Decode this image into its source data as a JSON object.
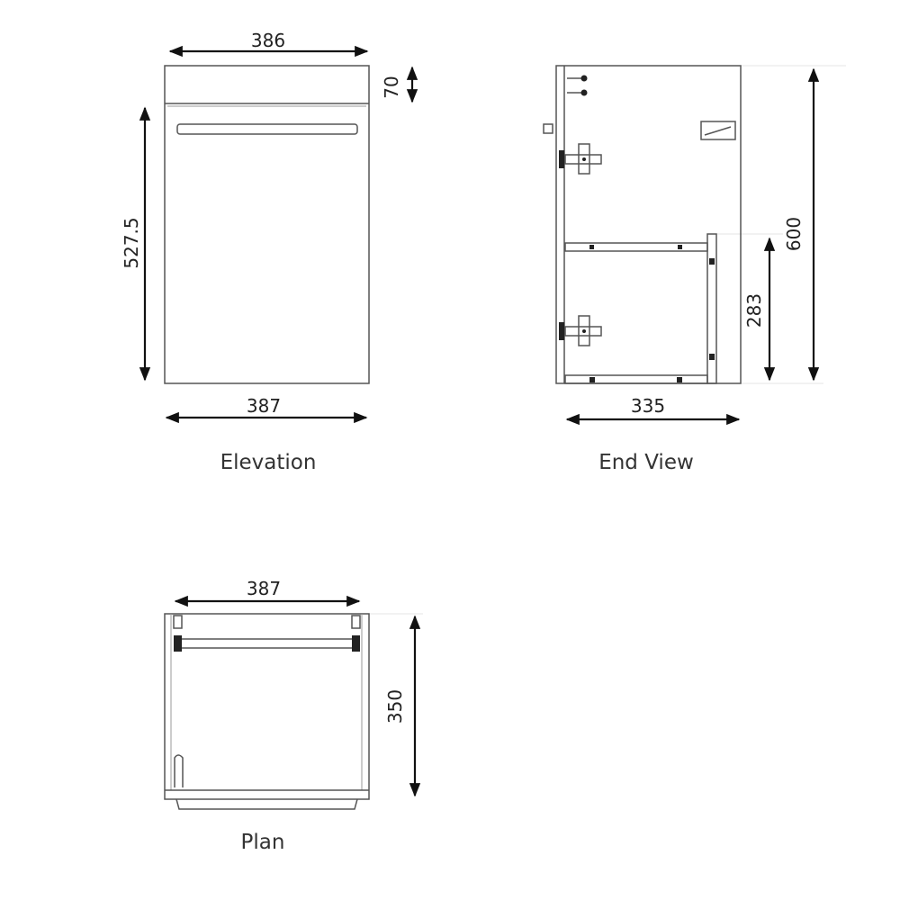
{
  "elevation": {
    "caption": "Elevation",
    "top_width": "386",
    "top_height": "70",
    "door_height": "527.5",
    "bottom_width": "387"
  },
  "end_view": {
    "caption": "End View",
    "total_height": "600",
    "drawer_height": "283",
    "depth": "335"
  },
  "plan": {
    "caption": "Plan",
    "width": "387",
    "depth": "350"
  }
}
